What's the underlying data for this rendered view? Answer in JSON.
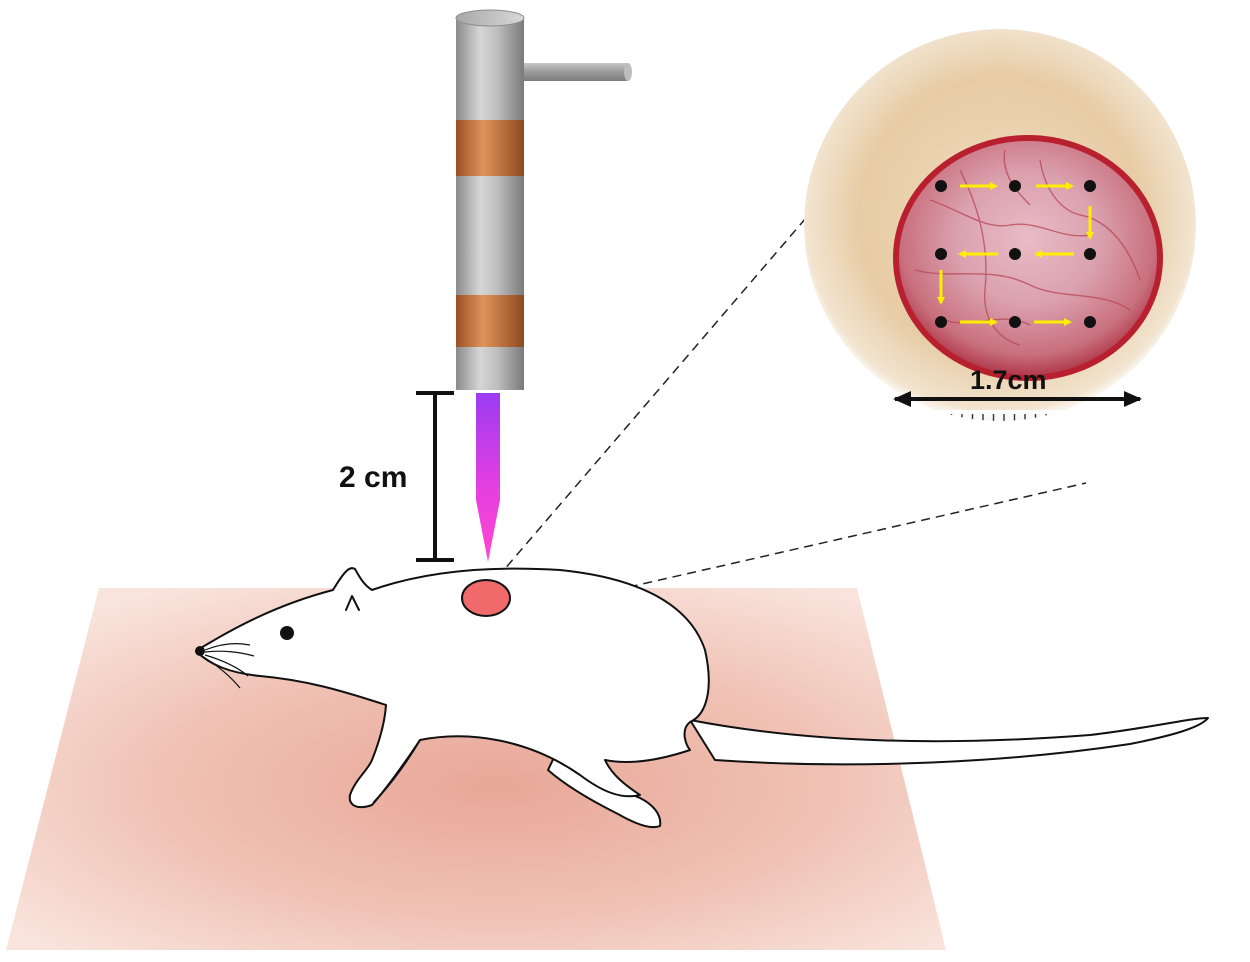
{
  "labels": {
    "distance": "2 cm",
    "wound_width": "1.7cm"
  },
  "colors": {
    "mat_center": "#e8a99a",
    "mat_edge": "#f8e3dc",
    "copper_band": "#c8733b",
    "plasma_top": "#9d3cf0",
    "plasma_bottom": "#ff3fcf",
    "wound_spot": "#f07070",
    "arrow_yellow": "#ffee00",
    "skin_fur": "#e8cda8",
    "wound_red": "#c63a4a"
  },
  "treatment_grid": {
    "rows": 3,
    "cols": 3,
    "path": "serpentine"
  }
}
